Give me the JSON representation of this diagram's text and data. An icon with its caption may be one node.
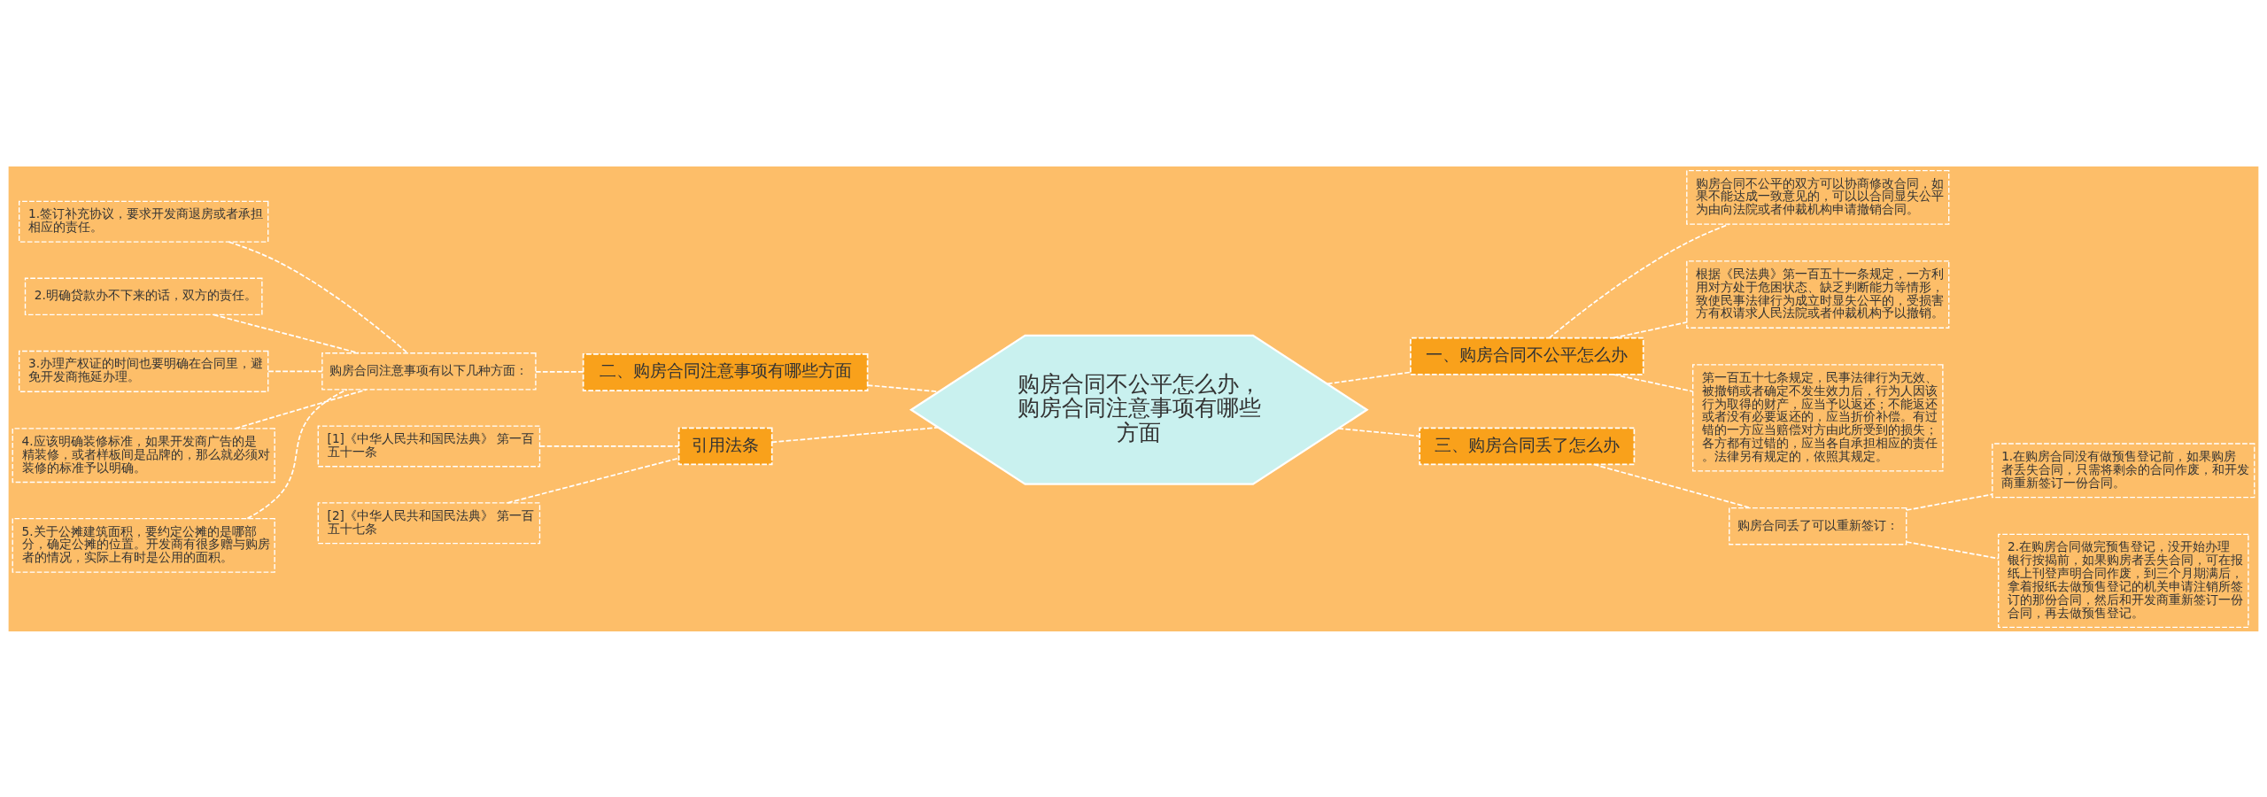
{
  "diagram": {
    "nodes": [
      {
        "text": [
          "购房合同不公平怎么办，购房合同注意事项有哪些方面"
        ]
      },
      {
        "text": [
          "一、购房合同不公平怎么办"
        ]
      },
      {
        "text": [
          "购房合同不公平的双方可以协商修改合同，如果不能达成一致意见的，可以以合同显失公平为由向法院或者仲裁机构申请撤销合同。"
        ]
      },
      {
        "text": [
          "根据《民法典》第一百五十一条规定，一方利用对方处于危困状态、缺乏判断能力等情形，致使民事法律行为成立时显失公平的，受损害方有权请求人民法院或者仲裁机构予以撤销。"
        ]
      },
      {
        "text": [
          "第一百五十七条规定，民事法律行为无效、被撤销或者确定不发生效力后，行为人因该行为取得的财产，应当予以返还；不能返还或者没有必要返还的，应当折价补偿。有过错的一方应当赔偿对方由此所受到的损失；各方都有过错的，应当各自承担相应的责任。法律另有规定的，依照其规定。"
        ]
      },
      {
        "text": [
          "二、购房合同注意事项有哪些方面"
        ]
      },
      {
        "text": [
          "购房合同注意事项有以下几种方面："
        ]
      },
      {
        "text": [
          "1.签订补充协议，要求开发商退房或者承担相应的责任。"
        ]
      },
      {
        "text": [
          "2.明确贷款办不下来的话，双方的责任。"
        ]
      },
      {
        "text": [
          "3.办理产权证的时间也要明确在合同里，避免开发商拖延办理。"
        ]
      },
      {
        "text": [
          "4.应该明确装修标准，如果开发商广告的是精装修，或者样板间是品牌的，那么就必须对装修的标准予以明确。"
        ]
      },
      {
        "text": [
          "5.关于公摊建筑面积，要约定公摊的是哪部分，确定公摊的位置。开发商有很多赠与购房者的情况，实际上有时是公用的面积。"
        ]
      },
      {
        "text": [
          "三、购房合同丢了怎么办"
        ]
      },
      {
        "text": [
          "购房合同丢了可以重新签订："
        ]
      },
      {
        "text": [
          "1.在购房合同没有做预售登记前，如果购房者丢失合同，只需将剩余的合同作废，和开发商重新签订一份合同。"
        ]
      },
      {
        "text": [
          "2.在购房合同做完预售登记，没开始办理银行按揭前，如果购房者丢失合同，可在报纸上刊登声明合同作废，到三个月期满后，拿着报纸去做预售登记的机关申请注销所签订的那份合同，然后和开发商重新签订一份合同，再去做预售登记。"
        ]
      },
      {
        "text": [
          "引用法条"
        ]
      },
      {
        "text": [
          "[1]《中华人民共和国民法典》 第一百五十一条"
        ]
      },
      {
        "text": [
          "[2]《中华人民共和国民法典》 第一百五十七条"
        ]
      }
    ],
    "edges": [
      {
        "from": 0,
        "to": 1,
        "arrow": "none",
        "style": "dashed"
      },
      {
        "from": 1,
        "to": 2,
        "arrow": "none",
        "style": "dashed"
      },
      {
        "from": 1,
        "to": 3,
        "arrow": "none",
        "style": "dashed"
      },
      {
        "from": 1,
        "to": 4,
        "arrow": "none",
        "style": "dashed"
      },
      {
        "from": 5,
        "to": 0,
        "arrow": "none",
        "style": "dashed"
      },
      {
        "from": 6,
        "to": 5,
        "arrow": "none",
        "style": "dashed"
      },
      {
        "from": 7,
        "to": 6,
        "arrow": "none",
        "style": "dashed"
      },
      {
        "from": 8,
        "to": 6,
        "arrow": "none",
        "style": "dashed"
      },
      {
        "from": 9,
        "to": 6,
        "arrow": "none",
        "style": "dashed"
      },
      {
        "from": 10,
        "to": 6,
        "arrow": "none",
        "style": "dashed"
      },
      {
        "from": 11,
        "to": 6,
        "arrow": "none",
        "style": "dashed"
      },
      {
        "from": 0,
        "to": 12,
        "arrow": "none",
        "style": "dashed"
      },
      {
        "from": 12,
        "to": 13,
        "arrow": "none",
        "style": "dashed"
      },
      {
        "from": 13,
        "to": 14,
        "arrow": "none",
        "style": "dashed"
      },
      {
        "from": 13,
        "to": 15,
        "arrow": "none",
        "style": "dashed"
      },
      {
        "from": 16,
        "to": 0,
        "arrow": "none",
        "style": "dashed"
      },
      {
        "from": 17,
        "to": 16,
        "arrow": "none",
        "style": "dashed"
      },
      {
        "from": 18,
        "to": 16,
        "arrow": "none",
        "style": "dashed"
      }
    ]
  }
}
